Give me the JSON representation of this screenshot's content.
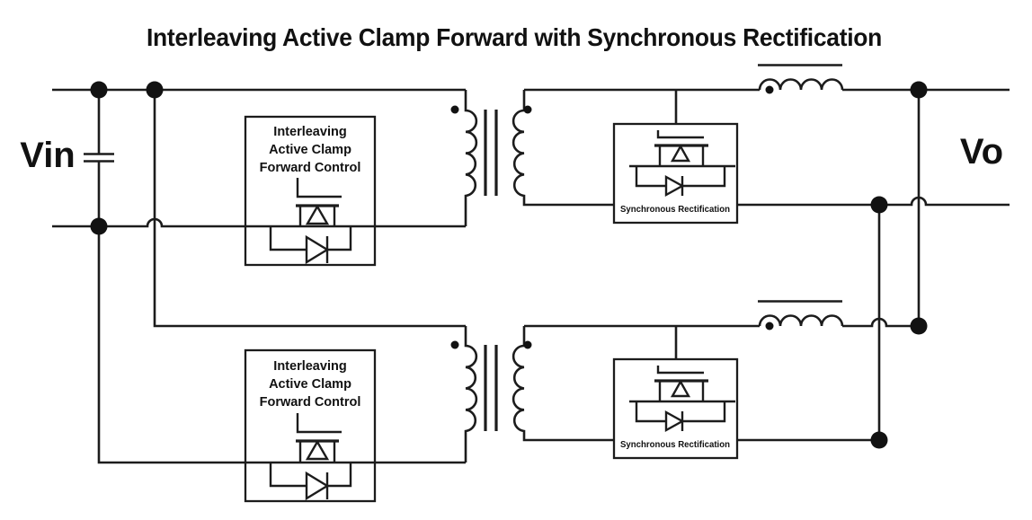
{
  "title": "Interleaving Active Clamp Forward with Synchronous Rectification",
  "labels": {
    "input": "Vin",
    "output": "Vo"
  },
  "blocks": {
    "control1": {
      "lines": [
        "Interleaving",
        "Active Clamp",
        "Forward Control"
      ]
    },
    "control2": {
      "lines": [
        "Interleaving",
        "Active Clamp",
        "Forward Control"
      ]
    },
    "sync1": {
      "label": "Synchronous Rectification"
    },
    "sync2": {
      "label": "Synchronous Rectification"
    }
  },
  "components": {
    "input_capacitor": "capacitor-symbol",
    "transformers": [
      "transformer-1",
      "transformer-2"
    ],
    "output_inductors": [
      "output-inductor-1",
      "output-inductor-2"
    ],
    "mosfet_with_body_diode": "mosfet-diode-symbol"
  },
  "colors": {
    "line": "#1c1c1c",
    "background": "#ffffff",
    "text": "#111111"
  }
}
